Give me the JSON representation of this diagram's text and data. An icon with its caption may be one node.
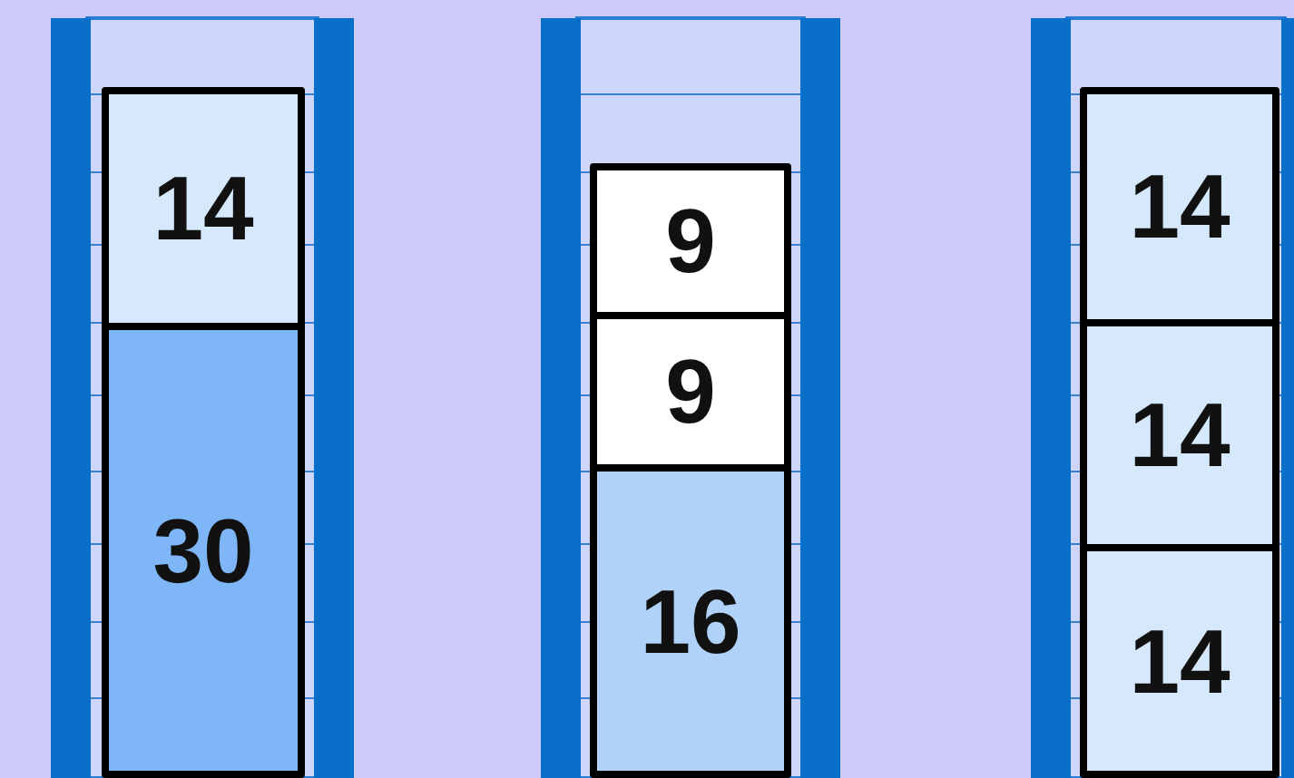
{
  "diagram": {
    "nodes": [
      {
        "text": [
          "14"
        ]
      },
      {
        "text": [
          "30"
        ]
      },
      {
        "text": [
          "9"
        ]
      },
      {
        "text": [
          "9"
        ]
      },
      {
        "text": [
          "16"
        ]
      },
      {
        "text": [
          "14"
        ]
      },
      {
        "text": [
          "14"
        ]
      },
      {
        "text": [
          "14"
        ]
      }
    ]
  }
}
